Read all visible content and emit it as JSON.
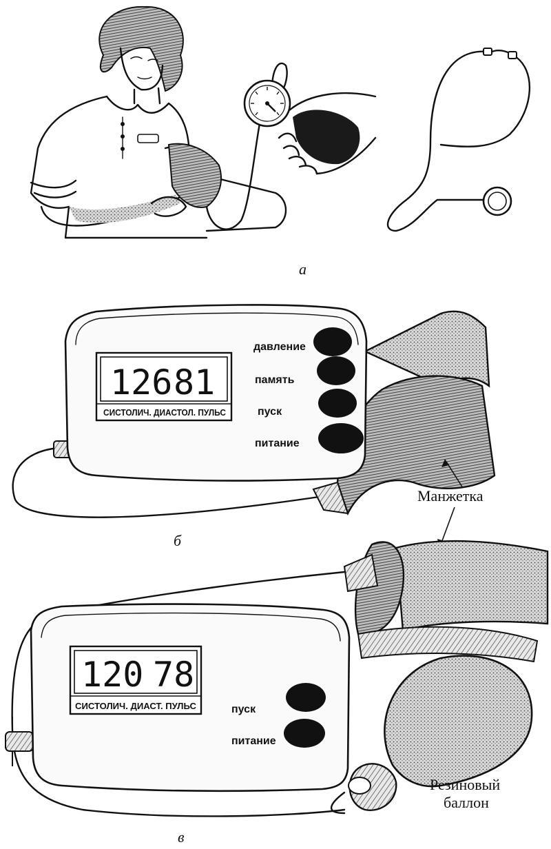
{
  "panel_a": {
    "label": "а"
  },
  "panel_b": {
    "label": "б",
    "display": {
      "systolic": "126",
      "diastolic": "81",
      "caption": "СИСТОЛИЧ. ДИАСТОЛ. ПУЛЬС"
    },
    "buttons": [
      "давление",
      "память",
      "пуск",
      "питание"
    ]
  },
  "panel_c": {
    "label": "в",
    "display": {
      "systolic": "120",
      "diastolic": "78",
      "caption": "СИСТОЛИЧ. ДИАСТ. ПУЛЬС"
    },
    "buttons": [
      "пуск",
      "питание"
    ]
  },
  "callouts": {
    "cuff": "Манжетка",
    "bulb_line1": "Резиновый",
    "bulb_line2": "баллон"
  }
}
